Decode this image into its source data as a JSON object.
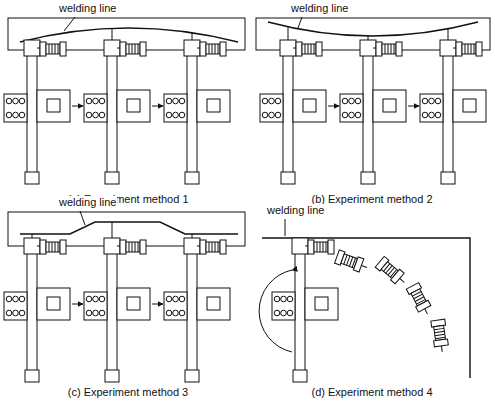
{
  "diagram": {
    "labels": [
      "welding line",
      "welding line",
      "(a) Experiment method 1",
      "(b) Experiment method 2",
      "welding line",
      "welding line",
      "(c) Experiment method 3",
      "(d) Experiment method 4"
    ]
  }
}
